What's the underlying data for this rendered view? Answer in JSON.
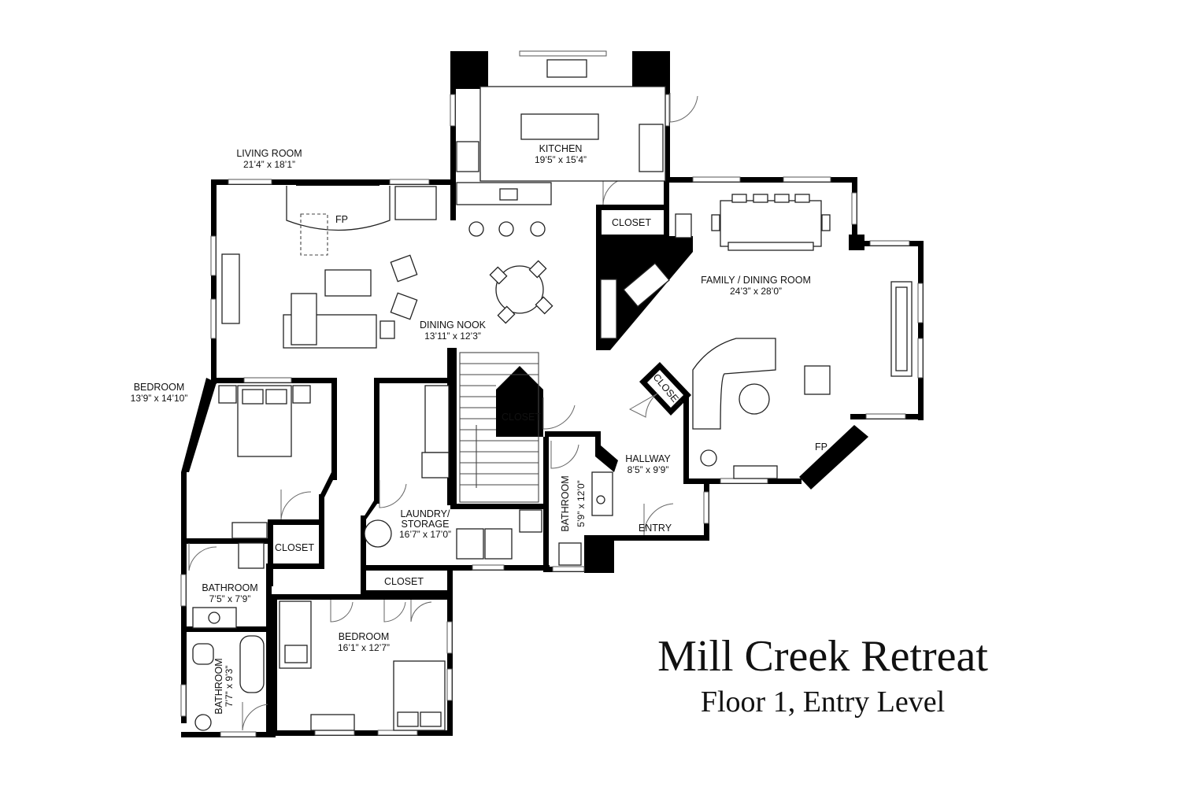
{
  "title": "Mill Creek Retreat",
  "subtitle": "Floor 1, Entry Level",
  "rooms": {
    "living": {
      "name": "LIVING ROOM",
      "dims": "21’4” x 18’1”"
    },
    "kitchen": {
      "name": "KITCHEN",
      "dims": "19’5” x 15’4”"
    },
    "family": {
      "name": "FAMILY / DINING ROOM",
      "dims": "24’3” x 28’0”"
    },
    "nook": {
      "name": "DINING NOOK",
      "dims": "13’11” x 12’3”"
    },
    "bedroom1": {
      "name": "BEDROOM",
      "dims": "13’9” x 14’10”"
    },
    "laundry": {
      "name1": "LAUNDRY/",
      "name2": "STORAGE",
      "dims": "16’7” x 17’0”"
    },
    "bath_hall": {
      "name": "BATHROOM",
      "dims": "5’9” x 12’0”"
    },
    "hallway": {
      "name": "HALLWAY",
      "dims": "8’5” x 9’9”"
    },
    "bath2": {
      "name": "BATHROOM",
      "dims": "7’5” x 7’9”"
    },
    "bedroom2": {
      "name": "BEDROOM",
      "dims": "16’1” x 12’7”"
    },
    "bath3": {
      "name": "BATHROOM",
      "dims": "7’7” x 9’3”"
    }
  },
  "labels": {
    "closet": "CLOSET",
    "fp": "FP",
    "entry": "ENTRY"
  }
}
